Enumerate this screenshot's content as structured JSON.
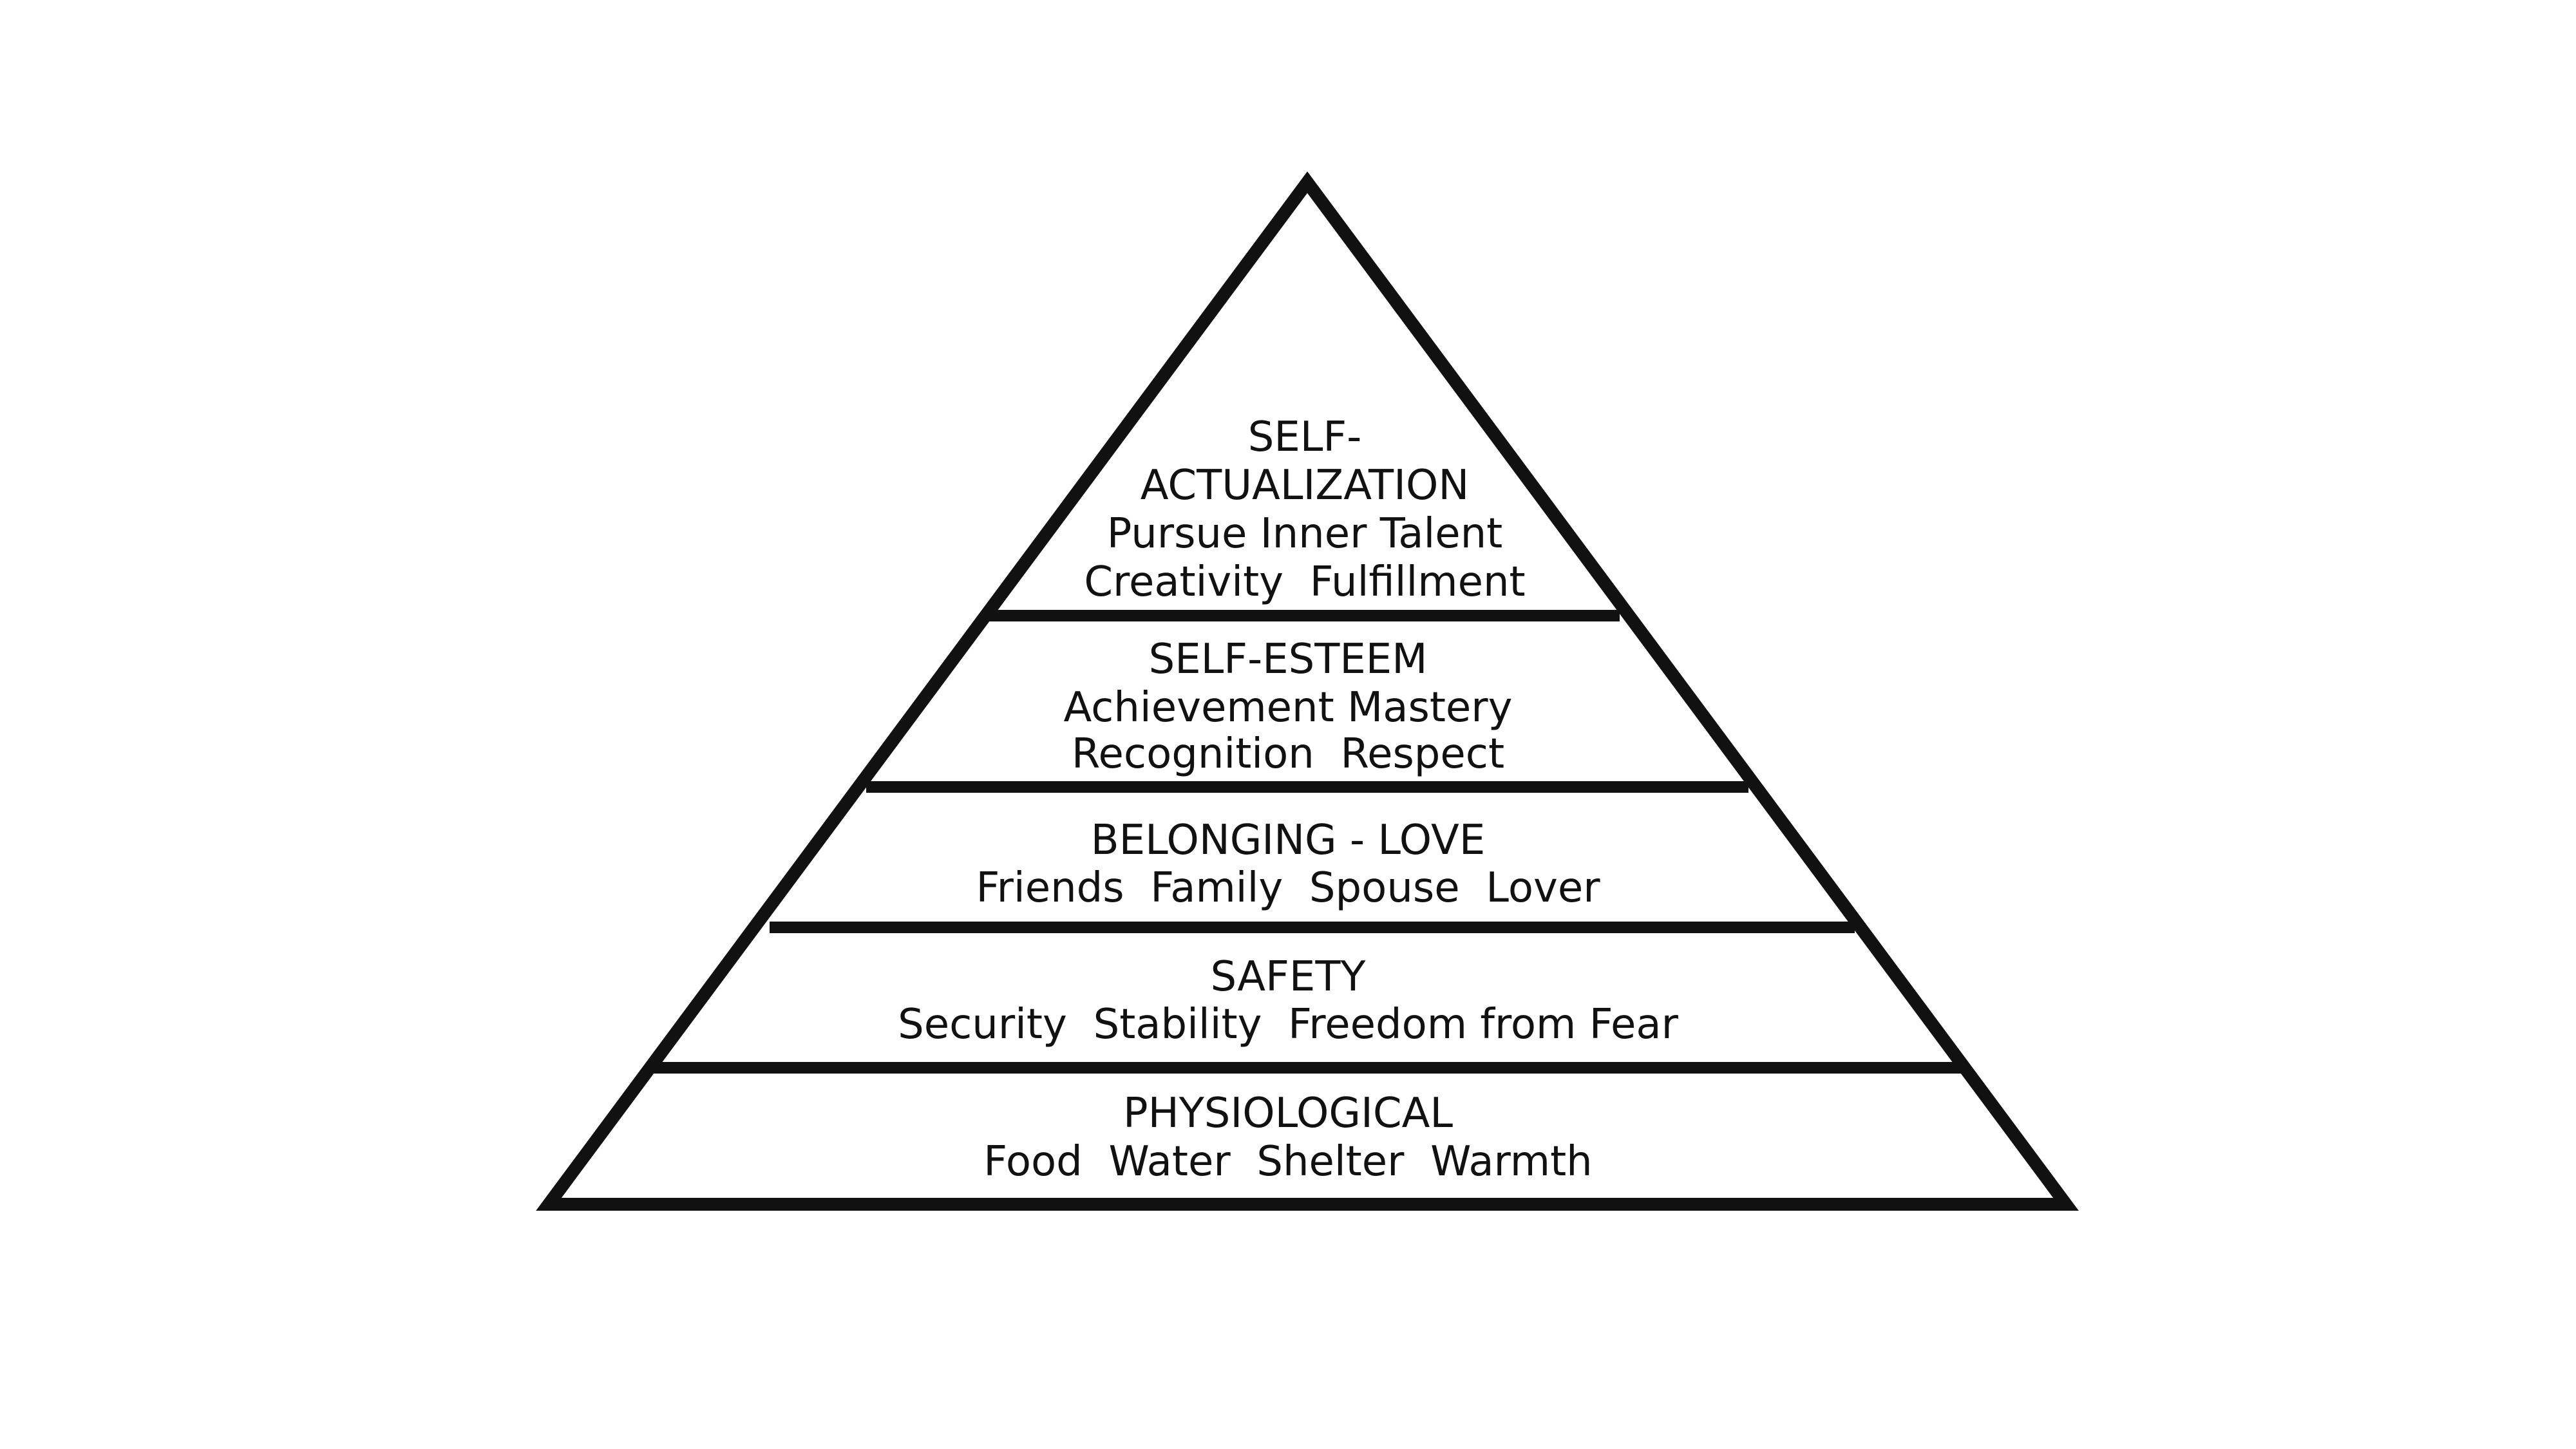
{
  "pyramid": {
    "levels": [
      {
        "heading_lines": [
          "SELF-",
          "ACTUALIZATION"
        ],
        "items_lines": [
          "Pursue Inner Talent",
          "Creativity  Fulfillment"
        ]
      },
      {
        "heading_lines": [
          "SELF-ESTEEM"
        ],
        "items_lines": [
          "Achievement Mastery",
          "Recognition  Respect"
        ]
      },
      {
        "heading_lines": [
          "BELONGING - LOVE"
        ],
        "items_lines": [
          "Friends  Family  Spouse  Lover"
        ]
      },
      {
        "heading_lines": [
          "SAFETY"
        ],
        "items_lines": [
          "Security  Stability  Freedom from Fear"
        ]
      },
      {
        "heading_lines": [
          "PHYSIOLOGICAL"
        ],
        "items_lines": [
          "Food  Water  Shelter  Warmth"
        ]
      }
    ],
    "colors": {
      "stroke": "#111111",
      "fill": "#ffffff",
      "text": "#111111"
    }
  }
}
